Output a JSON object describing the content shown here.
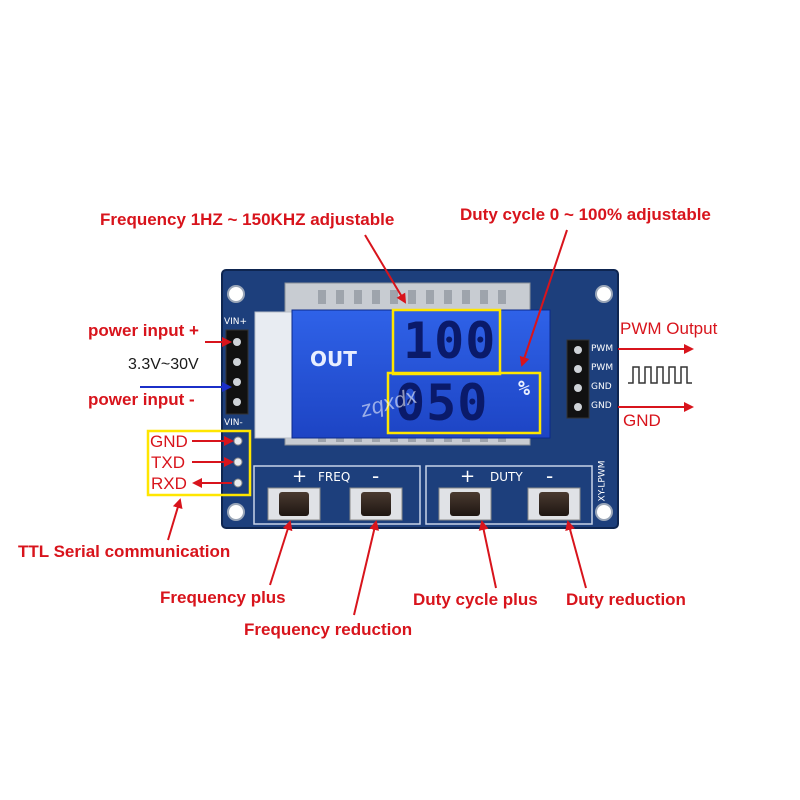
{
  "labels": {
    "freq_range": "Frequency 1HZ ~ 150KHZ adjustable",
    "duty_range": "Duty cycle 0 ~ 100% adjustable",
    "power_plus": "power input +",
    "voltage": "3.3V~30V",
    "power_minus": "power input -",
    "gnd": "GND",
    "txd": "TXD",
    "rxd": "RXD",
    "ttl": "TTL Serial communication",
    "freq_plus": "Frequency plus",
    "freq_reduction": "Frequency reduction",
    "duty_plus": "Duty cycle plus",
    "duty_reduction": "Duty reduction",
    "pwm_output": "PWM Output",
    "gnd_out": "GND"
  },
  "board": {
    "vin_plus": "VIN+",
    "vin_minus": "VIN-",
    "pin_pwm1": "PWM",
    "pin_pwm2": "PWM",
    "pin_gnd1": "GND",
    "pin_gnd2": "GND",
    "model": "XY-LPWM",
    "freq_label": "FREQ",
    "duty_label": "DUTY",
    "plus": "+",
    "minus": "-"
  },
  "lcd": {
    "out": "OUT",
    "freq_value": "100",
    "duty_value": "050",
    "percent": "%"
  },
  "watermark": "zqxdx",
  "colors": {
    "annotation": "#d8141c",
    "blue_arrow": "#1b2fc8",
    "pcb": "#1d3f7c",
    "lcd": "#2450d8",
    "highlight": "#ffe600"
  }
}
